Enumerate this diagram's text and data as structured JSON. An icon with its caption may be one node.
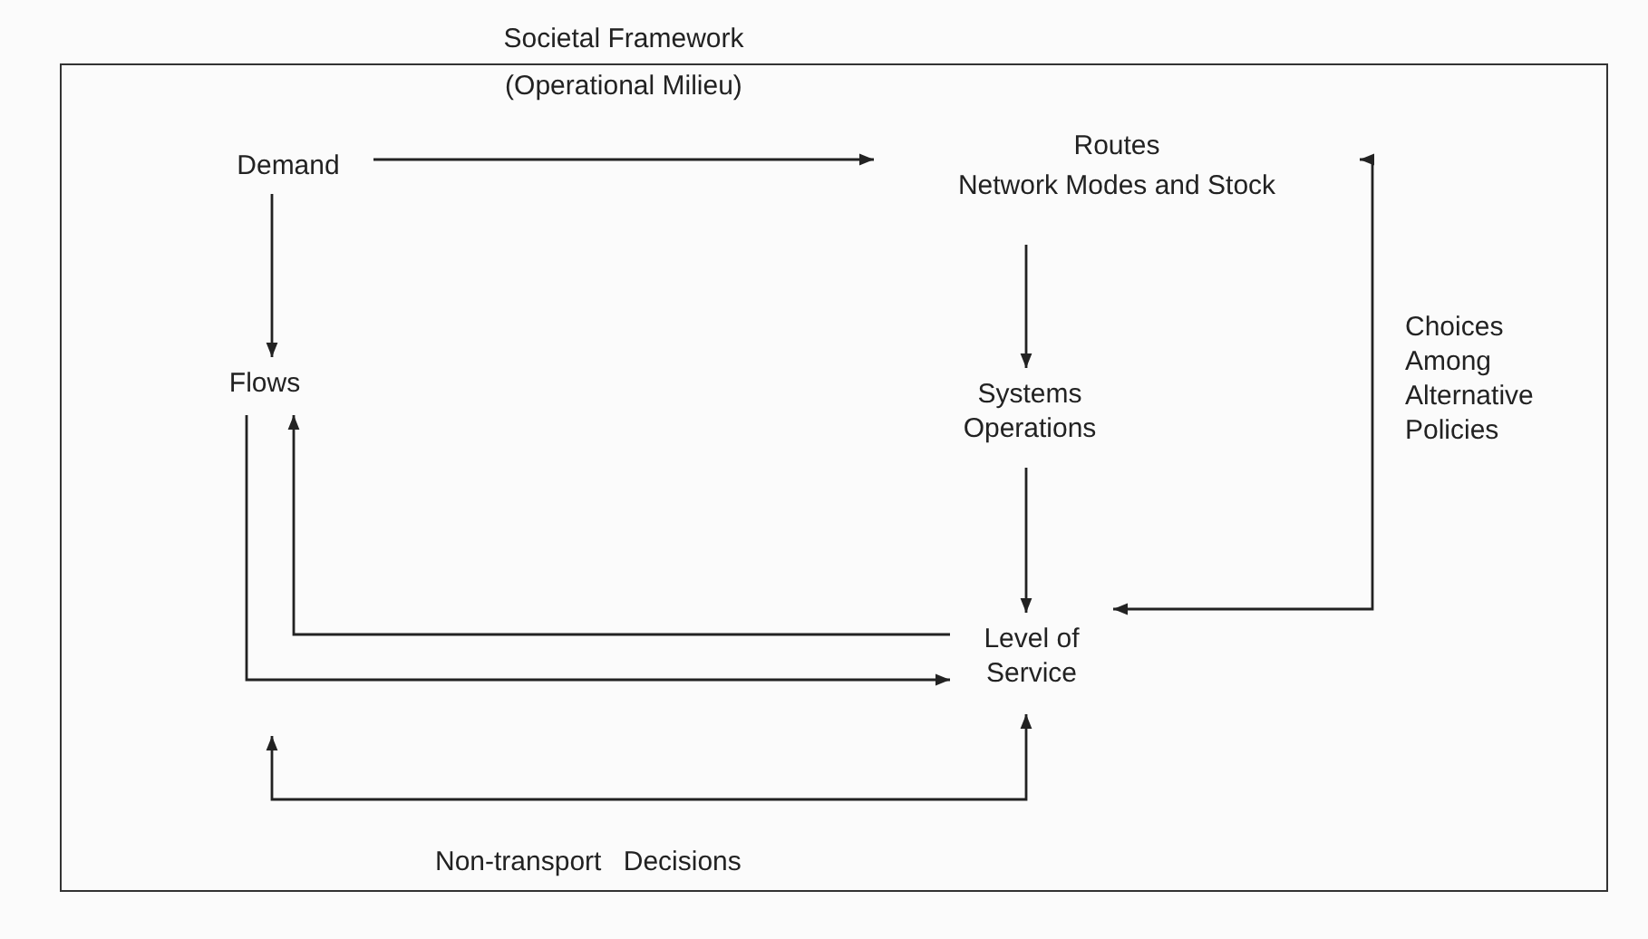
{
  "diagram": {
    "nodes": [
      {
        "text": [
          "Societal Framework",
          "(Operational Milieu)"
        ]
      },
      {
        "text": [
          "Demand"
        ],
        "in": 0
      },
      {
        "text": [
          "Routes",
          "Network Modes and Stock"
        ],
        "in": 0
      },
      {
        "text": [
          "Flows"
        ],
        "in": 0
      },
      {
        "text": [
          "Systems Operations"
        ],
        "in": 0
      },
      {
        "text": [
          "Level of Service"
        ],
        "in": 0
      }
    ],
    "edges": [
      {
        "from": 1,
        "to": 2,
        "arrow": "to"
      },
      {
        "from": 1,
        "to": 3,
        "arrow": "to"
      },
      {
        "from": 2,
        "to": 4,
        "arrow": "to"
      },
      {
        "from": 4,
        "to": 5,
        "arrow": "to"
      },
      {
        "from": 5,
        "to": 3,
        "arrow": "to"
      },
      {
        "from": 3,
        "to": 5,
        "arrow": "to"
      },
      {
        "from": 5,
        "to": 2,
        "arrow": "both",
        "label": "Choices Among Alternative Policies"
      },
      {
        "from": null,
        "to": 5,
        "arrow": "both",
        "label": "Non-transport Decisions"
      }
    ]
  }
}
